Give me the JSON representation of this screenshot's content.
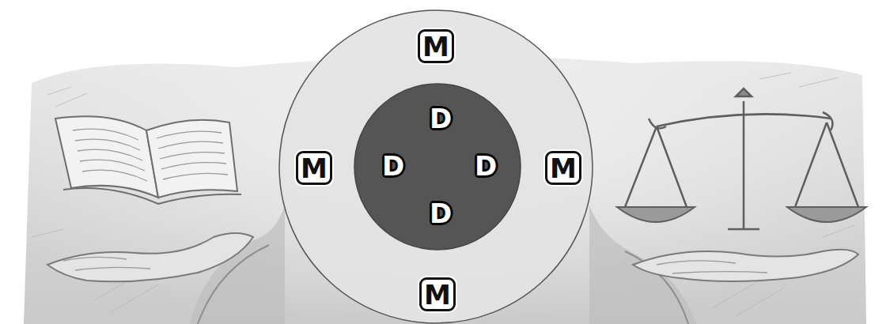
{
  "diagram": {
    "nodes": [
      {
        "text": [
          "M",
          "M",
          "M",
          "M"
        ]
      },
      {
        "text": [
          "D",
          "D",
          "D",
          "D"
        ],
        "in": 0
      }
    ]
  }
}
